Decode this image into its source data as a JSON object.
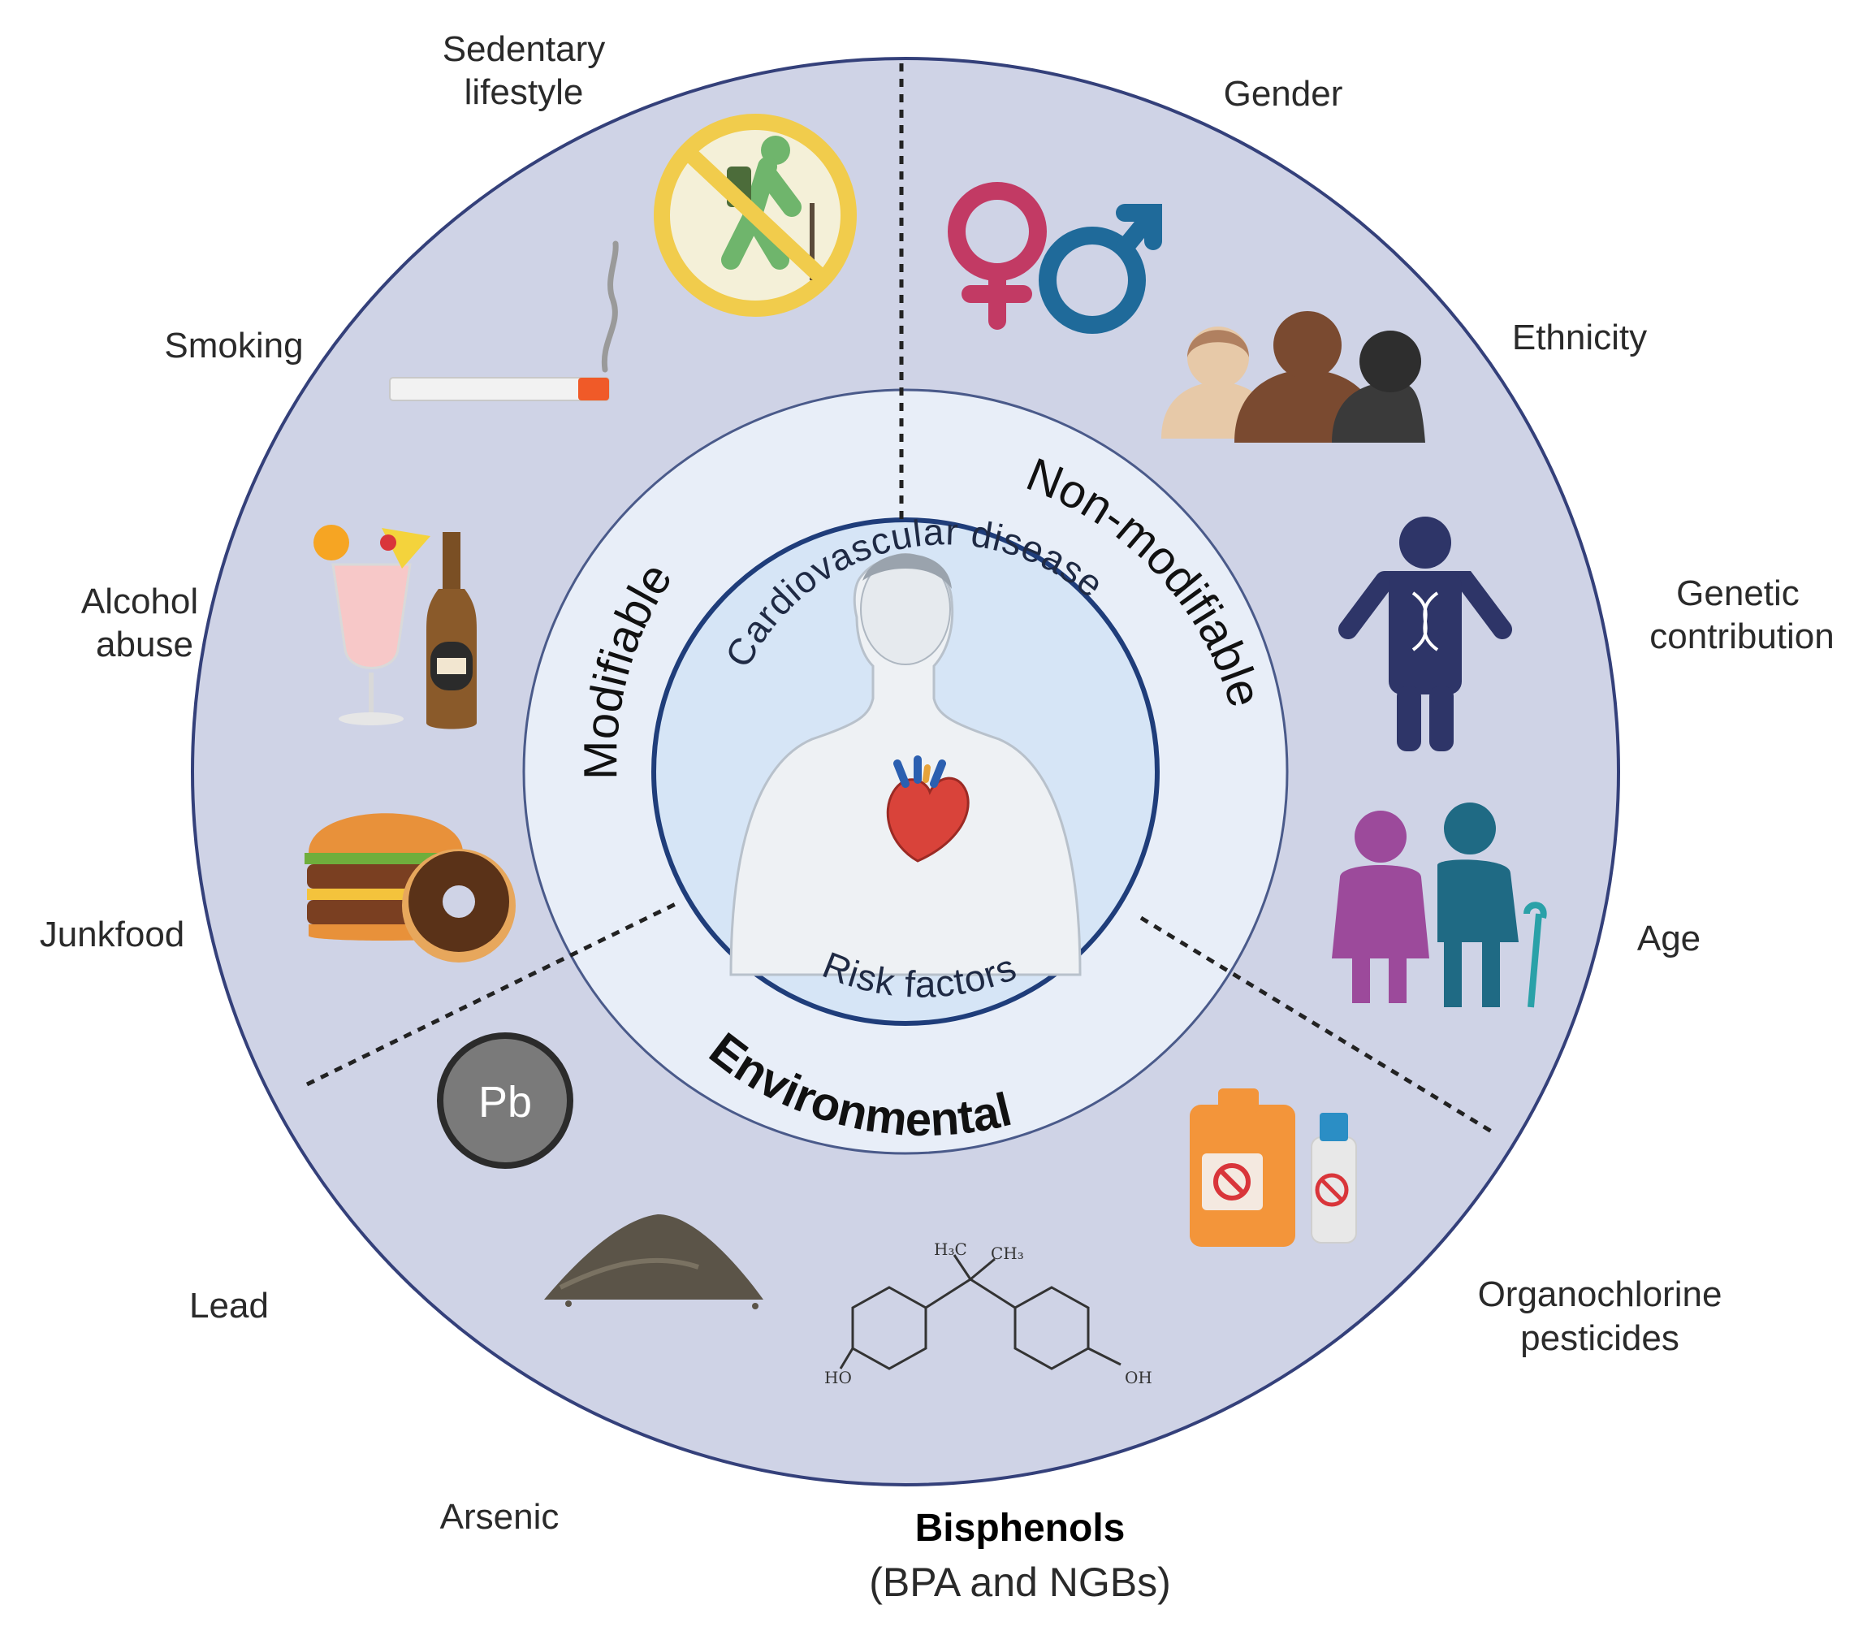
{
  "colors": {
    "outer_ring": "#cfd3e6",
    "outer_border": "#34407a",
    "middle_ring": "#e6edf8",
    "inner_circle": "#d8e6f6",
    "inner_border": "#1f3d7a",
    "divider": "#222222"
  },
  "center": {
    "arc_top": "Cardiovascular disease",
    "arc_bottom": "Risk factors",
    "icons": [
      "human-torso-icon",
      "heart-icon"
    ]
  },
  "segments": {
    "modifiable": "Modifiable",
    "non_modifiable": "Non-modifiable",
    "environmental": "Environmental"
  },
  "factors": {
    "sedentary": [
      "Sedentary",
      "lifestyle"
    ],
    "smoking": "Smoking",
    "alcohol": [
      "Alcohol",
      "abuse"
    ],
    "junkfood": "Junkfood",
    "gender": "Gender",
    "ethnicity": "Ethnicity",
    "genetic": [
      "Genetic",
      "contribution"
    ],
    "age": "Age",
    "lead": "Lead",
    "arsenic": "Arsenic",
    "bisphenols_title": "Bisphenols",
    "bisphenols_sub": "(BPA and NGBs)",
    "organochlorine": [
      "Organochlorine",
      "pesticides"
    ]
  },
  "icon_text": {
    "pb": "Pb",
    "h3c": "H₃C",
    "ch3": "CH₃",
    "ho": "HO",
    "oh": "OH"
  }
}
